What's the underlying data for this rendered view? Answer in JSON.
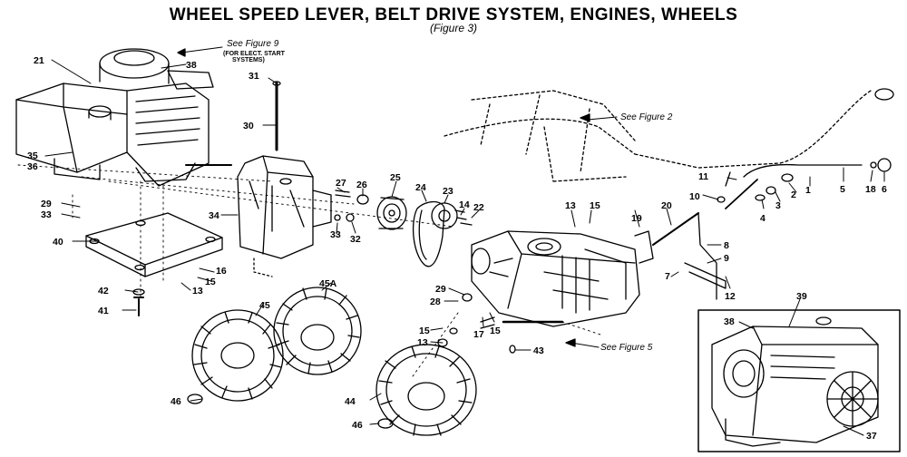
{
  "title": "WHEEL SPEED LEVER, BELT DRIVE SYSTEM, ENGINES, WHEELS",
  "subtitle": "(Figure 3)",
  "notes": {
    "fig9": "See Figure 9",
    "fig9_sub1": "(FOR ELECT. START",
    "fig9_sub2": "SYSTEMS)",
    "fig2": "See Figure 2",
    "fig5": "See Figure 5"
  },
  "callouts": [
    "21",
    "38",
    "31",
    "30",
    "35",
    "36",
    "29",
    "33",
    "40",
    "34",
    "27",
    "26",
    "33",
    "32",
    "25",
    "24",
    "23",
    "14",
    "22",
    "16",
    "15",
    "13",
    "42",
    "41",
    "45",
    "45A",
    "46",
    "44",
    "46",
    "13",
    "15",
    "20",
    "19",
    "11",
    "10",
    "4",
    "3",
    "2",
    "1",
    "5",
    "18",
    "6",
    "8",
    "9",
    "7",
    "12",
    "29",
    "28",
    "15",
    "17",
    "13",
    "15",
    "43",
    "39",
    "38",
    "37"
  ],
  "icons": {
    "engine": "engine-icon",
    "transmission": "transmission-icon",
    "wheel": "tire-icon",
    "handlebar": "handlebar-icon",
    "belt": "belt-icon",
    "pulley": "pulley-icon"
  }
}
